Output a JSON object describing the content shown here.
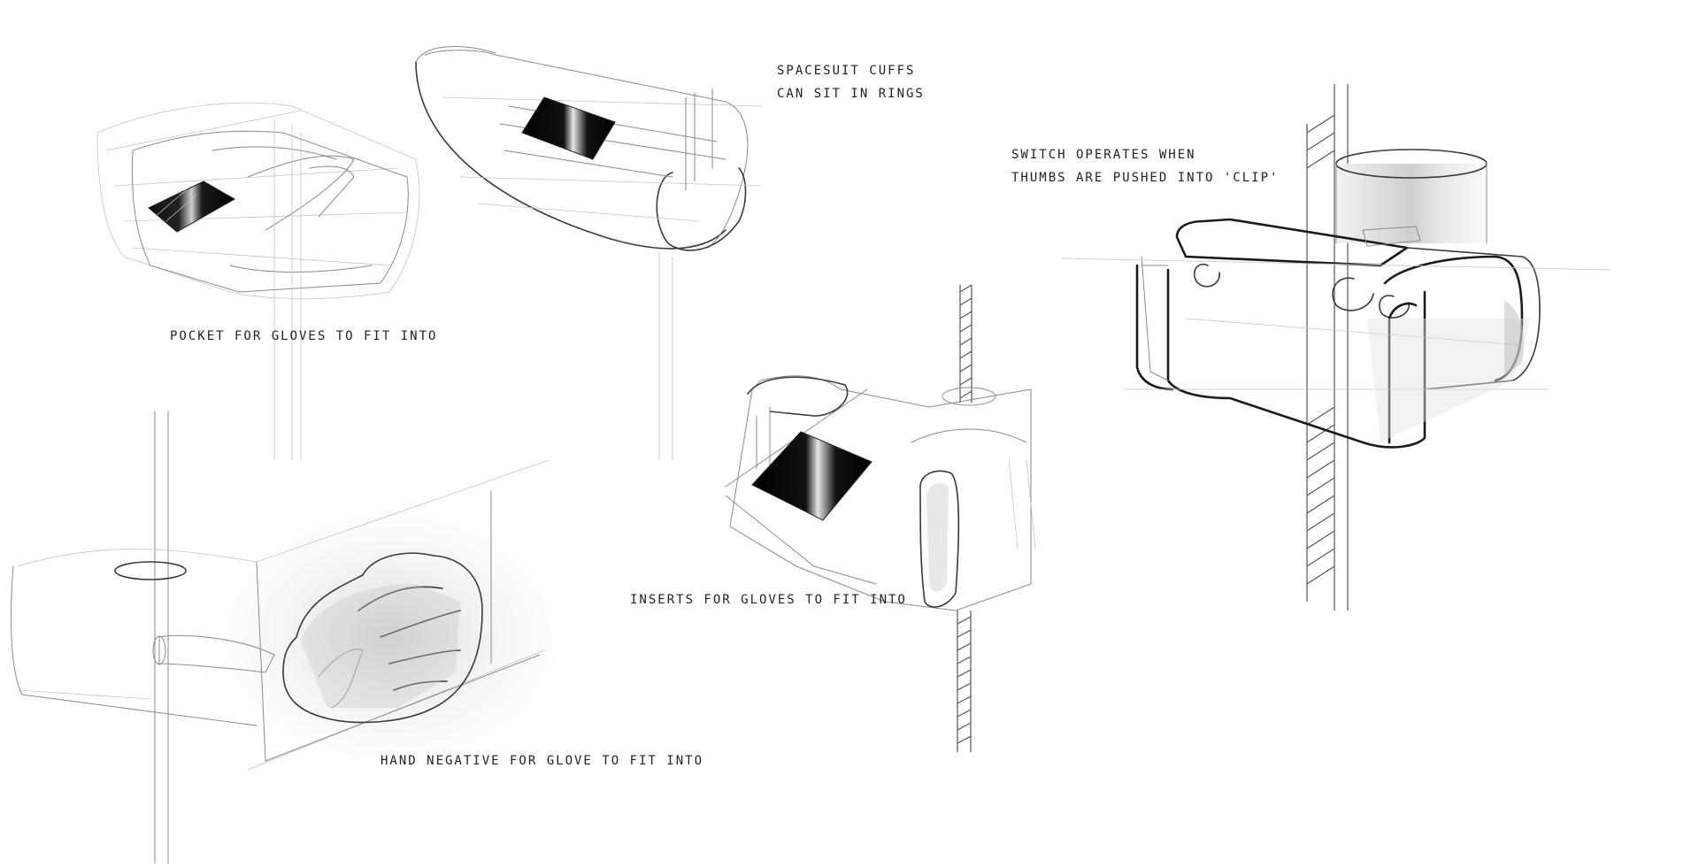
{
  "annotations": {
    "spacesuit_cuffs": [
      "Spacesuit cuffs",
      "can sit in rings"
    ],
    "switch_operates": [
      "Switch operates when",
      "thumbs are pushed into 'clip'"
    ],
    "pocket": "Pocket for gloves to fit into",
    "inserts": "Inserts for gloves to fit into",
    "hand_negative": "Hand negative for glove to fit into"
  }
}
